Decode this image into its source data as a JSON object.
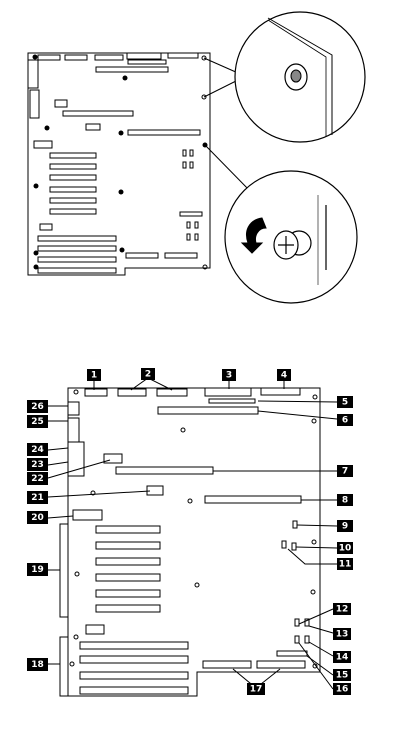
{
  "figure": {
    "top_view": {
      "description_icon": "system-board-mounting-diagram",
      "detail_circles": [
        "standoff-detail",
        "screw-detail"
      ]
    },
    "bottom_view": {
      "callouts": [
        {
          "id": "c1",
          "label": "1"
        },
        {
          "id": "c2",
          "label": "2"
        },
        {
          "id": "c3",
          "label": "3"
        },
        {
          "id": "c4",
          "label": "4"
        },
        {
          "id": "c5",
          "label": "5"
        },
        {
          "id": "c6",
          "label": "6"
        },
        {
          "id": "c7",
          "label": "7"
        },
        {
          "id": "c8",
          "label": "8"
        },
        {
          "id": "c9",
          "label": "9"
        },
        {
          "id": "c10",
          "label": "10"
        },
        {
          "id": "c11",
          "label": "11"
        },
        {
          "id": "c12",
          "label": "12"
        },
        {
          "id": "c13",
          "label": "13"
        },
        {
          "id": "c14",
          "label": "14"
        },
        {
          "id": "c15",
          "label": "15"
        },
        {
          "id": "c16",
          "label": "16"
        },
        {
          "id": "c17",
          "label": "17"
        },
        {
          "id": "c18",
          "label": "18"
        },
        {
          "id": "c19",
          "label": "19"
        },
        {
          "id": "c20",
          "label": "20"
        },
        {
          "id": "c21",
          "label": "21"
        },
        {
          "id": "c22",
          "label": "22"
        },
        {
          "id": "c23",
          "label": "23"
        },
        {
          "id": "c24",
          "label": "24"
        },
        {
          "id": "c25",
          "label": "25"
        },
        {
          "id": "c26",
          "label": "26"
        }
      ]
    }
  }
}
